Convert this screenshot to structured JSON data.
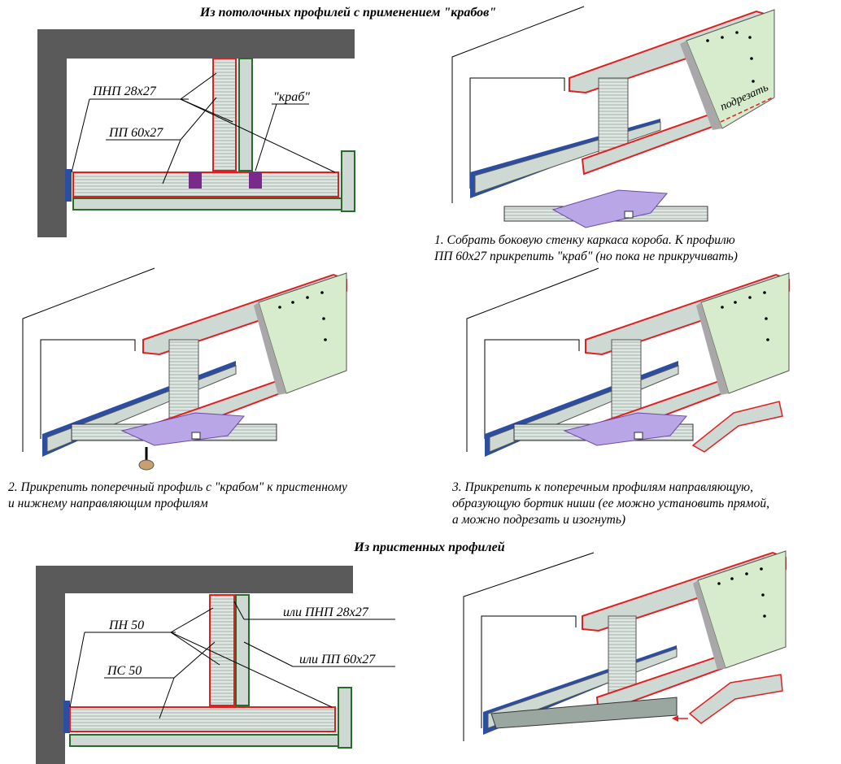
{
  "headings": {
    "top": "Из потолочных профилей с применением \"крабов\"",
    "bottom": "Из пристенных профилей"
  },
  "labels": {
    "pnp": "ПНП 28x27",
    "pp": "ПП 60x27",
    "krab": "\"краб\"",
    "podrezat": "подрезать",
    "pn50": "ПН 50",
    "ps50": "ПС 50",
    "ili_pnp": "или ПНП 28x27",
    "ili_pp": "или ПП 60x27"
  },
  "steps": {
    "s1_line1": "1. Собрать боковую стенку каркаса короба. К профилю",
    "s1_line2": "ПП 60x27 прикрепить \"краб\" (но пока не прикручивать)",
    "s2_line1": "2. Прикрепить поперечный профиль с \"крабом\" к пристенному",
    "s2_line2": "и нижнему направляющим профилям",
    "s3_line1": "3. Прикрепить к поперечным профилям направляющую,",
    "s3_line2": "образующую бортик ниши (ее можно установить прямой,",
    "s3_line3": "а можно подрезать и изогнуть)"
  },
  "colors": {
    "wall": "#5a5a5a",
    "profile": "#cfd9d3",
    "outline_red": "#e02020",
    "board": "#d7eccd",
    "blue_profile": "#2b4ea0",
    "krab": "#b9a6e6",
    "bracket": "#7a2a8a"
  }
}
